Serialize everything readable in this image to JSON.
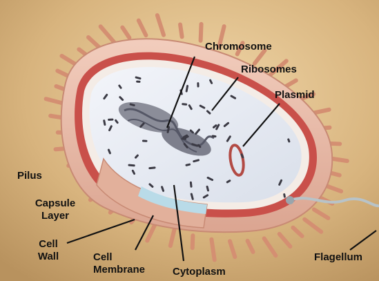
{
  "diagram": {
    "labels": {
      "chromosome": "Chromosome",
      "ribosomes": "Ribosomes",
      "plasmid": "Plasmid",
      "pilus": "Pilus",
      "capsule_line1": "Capsule",
      "capsule_line2": "Layer",
      "cell_wall_line1": "Cell",
      "cell_wall_line2": "Wall",
      "cell_membrane_line1": "Cell",
      "cell_membrane_line2": "Membrane",
      "cytoplasm": "Cytoplasm",
      "flagellum": "Flagellum"
    },
    "colors": {
      "background": "#d9b98a",
      "capsule": "#e8b9a6",
      "cell_wall": "#c9504a",
      "cytoplasm": "#e8ecf3",
      "chromosome": "#7d7f8c",
      "ribosome": "#3b3a44",
      "flagellum": "#b8c3c8",
      "leader_line": "#111111"
    }
  }
}
